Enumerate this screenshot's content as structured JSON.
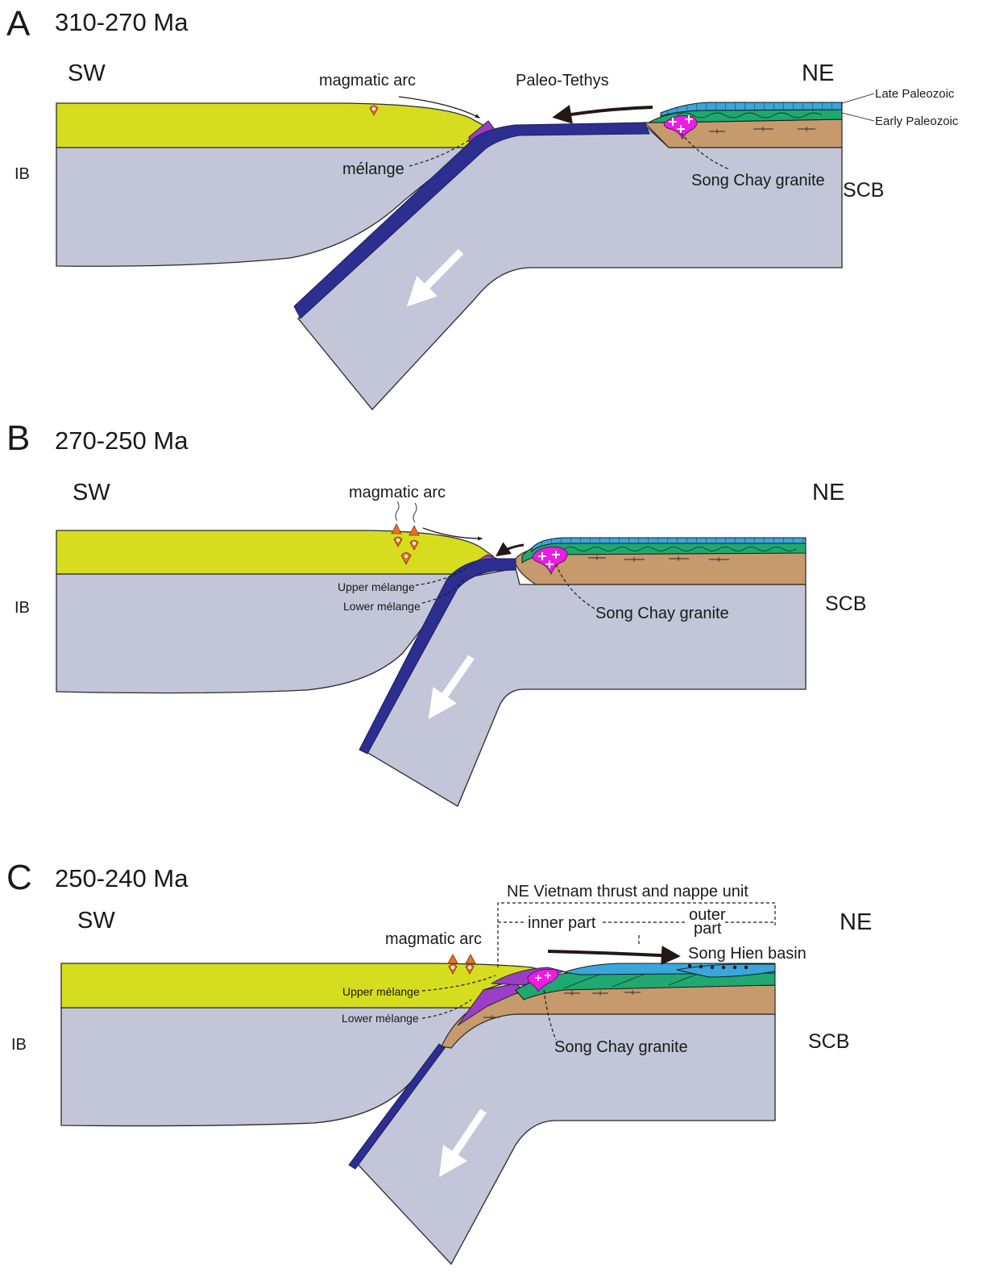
{
  "panels": [
    {
      "letter": "A",
      "age": "310-270 Ma",
      "sw": "SW",
      "ne": "NE",
      "ib": "IB",
      "scb": "SCB",
      "magmatic_arc": "magmatic arc",
      "ocean": "Paleo-Tethys",
      "melange": "mélange",
      "granite": "Song Chay granite",
      "late_paleozoic": "Late Paleozoic",
      "early_paleozoic": "Early Paleozoic"
    },
    {
      "letter": "B",
      "age": "270-250 Ma",
      "sw": "SW",
      "ne": "NE",
      "ib": "IB",
      "scb": "SCB",
      "magmatic_arc": "magmatic arc",
      "upper_melange": "Upper mélange",
      "lower_melange": "Lower mélange",
      "granite": "Song Chay granite"
    },
    {
      "letter": "C",
      "age": "250-240 Ma",
      "sw": "SW",
      "ne": "NE",
      "ib": "IB",
      "scb": "SCB",
      "magmatic_arc": "magmatic arc",
      "upper_melange": "Upper mélange",
      "lower_melange": "Lower mélange",
      "granite": "Song Chay granite",
      "thrust_unit": "NE Vietnam thrust and nappe unit",
      "inner_part": "inner part",
      "outer_part_1": "outer",
      "outer_part_2": "part",
      "basin": "Song Hien basin"
    }
  ],
  "colors": {
    "crust": "#c3c6d8",
    "arc_block": "#d6dd1f",
    "oceanic_slab": "#2c2f8f",
    "basement": "#c69a6c",
    "early_paleozoic": "#1fa86f",
    "late_paleozoic": "#39a6dc",
    "melange": "#9a3ec7",
    "granite": "#ec1ce6",
    "volcano": "#e8702a"
  }
}
